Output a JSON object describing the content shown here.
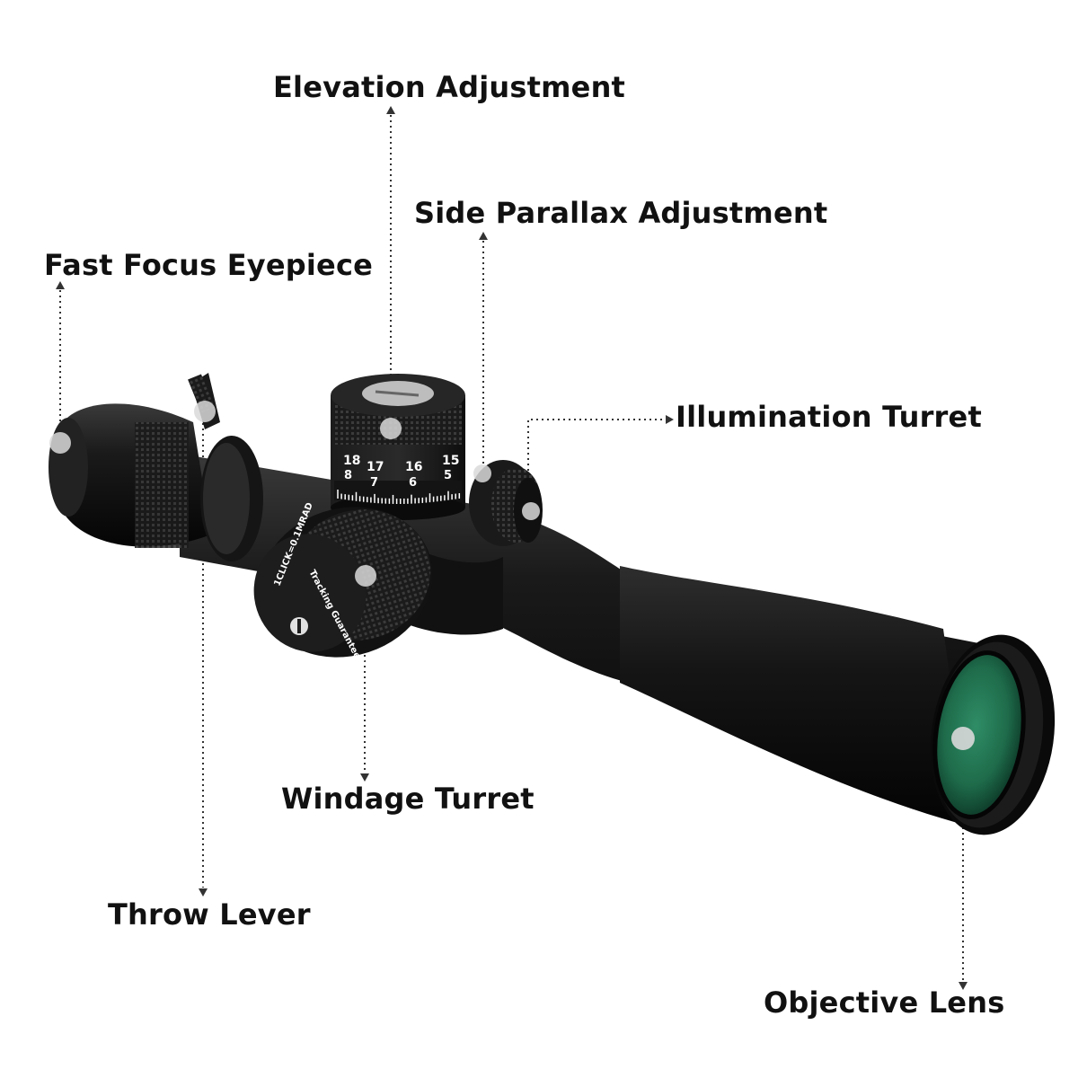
{
  "callouts": {
    "elevation": "Elevation Adjustment",
    "parallax": "Side Parallax Adjustment",
    "eyepiece": "Fast Focus Eyepiece",
    "illumination": "Illumination Turret",
    "windage": "Windage Turret",
    "throw_lever": "Throw Lever",
    "objective": "Objective Lens"
  },
  "elevation_dial": {
    "top_numbers": [
      "18",
      "17",
      "16",
      "15"
    ],
    "bottom_numbers": [
      "8",
      "7",
      "6",
      "5"
    ]
  },
  "windage_dial": {
    "cap_text_1": "1CLICK=0.1MRAD",
    "cap_text_2": "Tracking Guaranteed"
  },
  "colors": {
    "scope_body": "#141414",
    "lens_green": "#1e6b4a",
    "leader_line": "#333333",
    "marker_dot": "#d9d9d9"
  }
}
